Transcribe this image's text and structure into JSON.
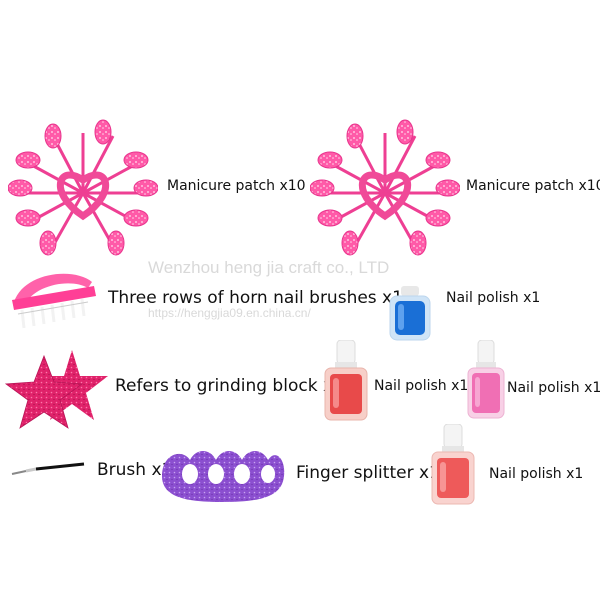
{
  "items": {
    "patch_left_label": "Manicure patch x10",
    "patch_right_label": "Manicure patch x10",
    "brush_row_label": "Three rows of horn nail brushes x1",
    "polish_blue_label": "Nail polish x1",
    "block_label": "Refers to grinding block x2",
    "polish_red_label": "Nail polish x1",
    "polish_pink_label": "Nail polish x1",
    "brush_label": "Brush x1",
    "splitter_label": "Finger splitter x1",
    "polish_coral_label": "Nail polish x1"
  },
  "watermark": {
    "main": "Wenzhou heng jia craft co., LTD",
    "url": "https://henggjia09.en.china.cn/"
  },
  "colors": {
    "patch_pink": "#ff4fa3",
    "patch_dark": "#e8338c",
    "brush_handle": "#ff5fa8",
    "polish_blue": "#1a6fd6",
    "polish_red": "#e84a4a",
    "polish_pink": "#f06fb4",
    "polish_coral": "#ee5a5a",
    "block_pink": "#e0226a",
    "splitter_purple": "#8b4fd0"
  }
}
